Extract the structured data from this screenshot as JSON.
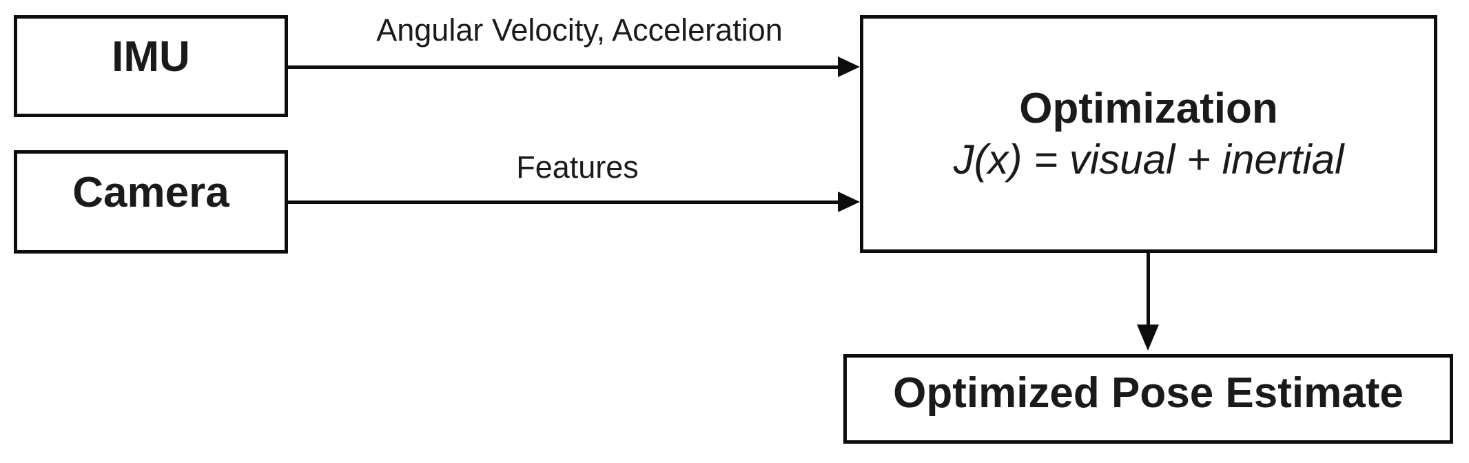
{
  "nodes": {
    "imu": {
      "label": "IMU"
    },
    "camera": {
      "label": "Camera"
    },
    "optimization": {
      "title": "Optimization",
      "formula": "J(x) = visual + inertial"
    },
    "output": {
      "label": "Optimized Pose Estimate"
    }
  },
  "edges": {
    "imu_to_optimization": {
      "label": "Angular Velocity, Acceleration"
    },
    "camera_to_optimization": {
      "label": "Features"
    }
  },
  "colors": {
    "stroke": "#0d0d0d",
    "text": "#1a1a1a",
    "background": "#ffffff",
    "node_fill": "#ffffff"
  }
}
